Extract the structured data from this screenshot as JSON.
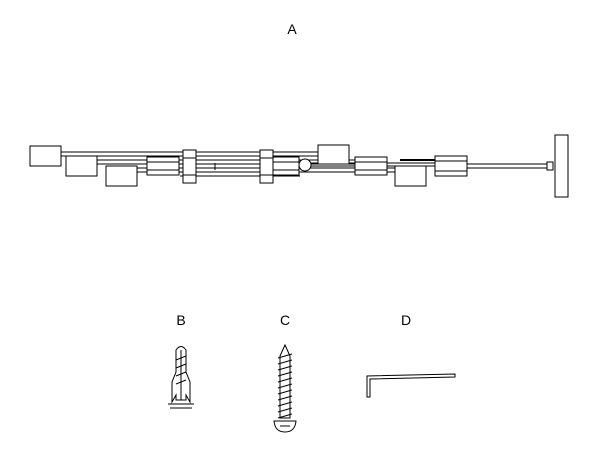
{
  "labels": {
    "rod_assembly": "A",
    "wall_anchor": "B",
    "screw": "C",
    "allen_key": "D"
  }
}
